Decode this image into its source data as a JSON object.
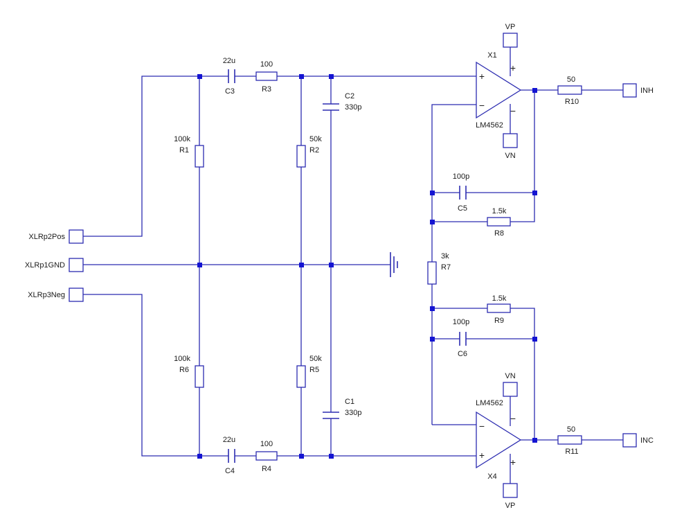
{
  "ports": {
    "xlr_pos": "XLRp2Pos",
    "xlr_gnd": "XLRp1GND",
    "xlr_neg": "XLRp3Neg",
    "out_hot": "INH",
    "out_cold": "INC",
    "vp_top": "VP",
    "vn_top": "VN",
    "vn_bottom": "VN",
    "vp_bottom": "VP"
  },
  "parts": {
    "c3": {
      "ref": "C3",
      "value": "22u"
    },
    "c4": {
      "ref": "C4",
      "value": "22u"
    },
    "r3": {
      "ref": "R3",
      "value": "100"
    },
    "r4": {
      "ref": "R4",
      "value": "100"
    },
    "r1": {
      "ref": "R1",
      "value": "100k"
    },
    "r6": {
      "ref": "R6",
      "value": "100k"
    },
    "r2": {
      "ref": "R2",
      "value": "50k"
    },
    "r5": {
      "ref": "R5",
      "value": "50k"
    },
    "c2": {
      "ref": "C2",
      "value": "330p"
    },
    "c1": {
      "ref": "C1",
      "value": "330p"
    },
    "c5": {
      "ref": "C5",
      "value": "100p"
    },
    "c6": {
      "ref": "C6",
      "value": "100p"
    },
    "r8": {
      "ref": "R8",
      "value": "1.5k"
    },
    "r9": {
      "ref": "R9",
      "value": "1.5k"
    },
    "r7": {
      "ref": "R7",
      "value": "3k"
    },
    "r10": {
      "ref": "R10",
      "value": "50"
    },
    "r11": {
      "ref": "R11",
      "value": "50"
    },
    "x1": {
      "ref": "X1",
      "model": "LM4562"
    },
    "x4": {
      "ref": "X4",
      "model": "LM4562"
    }
  },
  "pin_signs": {
    "plus": "+",
    "minus": "−"
  },
  "colors": {
    "wire": "#2b2bb0",
    "junction": "#1414d2",
    "text": "#1a1a1a",
    "background": "#ffffff"
  }
}
